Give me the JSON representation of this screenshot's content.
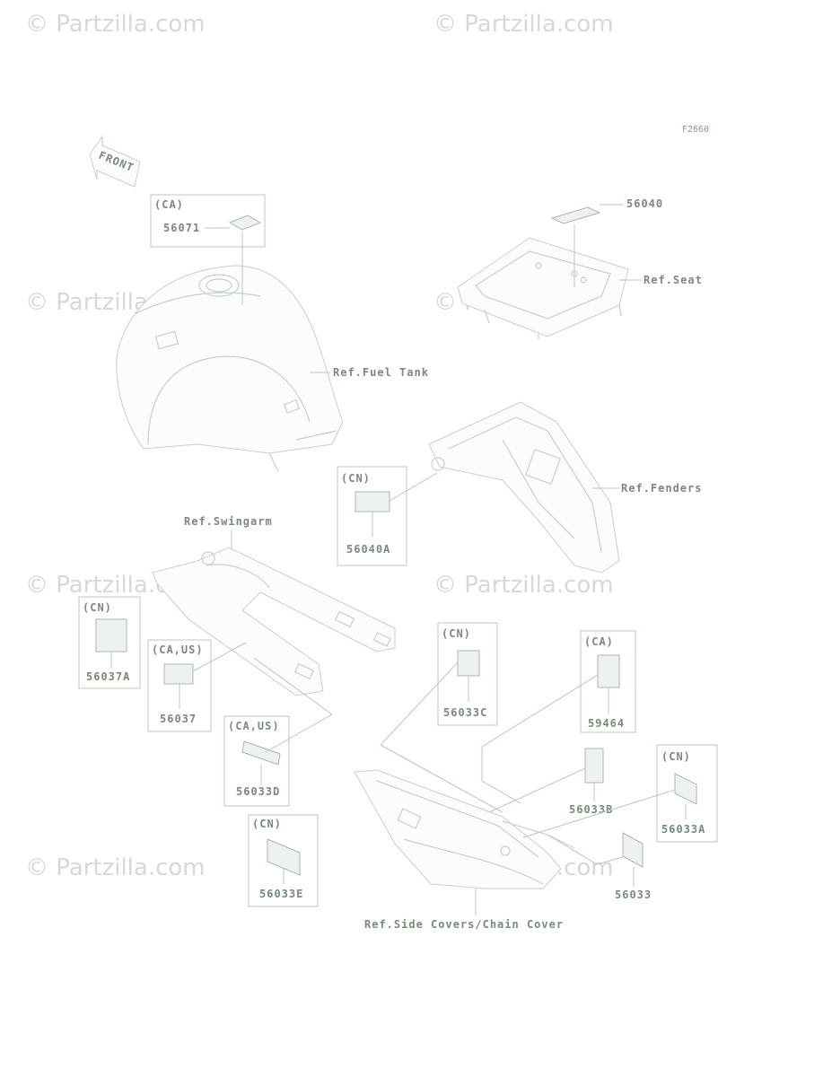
{
  "watermarks": [
    "© Partzilla.com",
    "© Partzilla.com",
    "© Partzilla.com",
    "© Partzilla.com",
    "© Partzilla.com",
    "© Partzilla.com",
    "© Partzilla.com",
    "© Partzilla.com"
  ],
  "figure_code": "F2660",
  "front_arrow": "FRONT",
  "refs": {
    "fuel_tank": "Ref.Fuel Tank",
    "seat": "Ref.Seat",
    "fenders": "Ref.Fenders",
    "swingarm": "Ref.Swingarm",
    "side_covers": "Ref.Side Covers/Chain Cover"
  },
  "regions": {
    "ca": "(CA)",
    "cn": "(CN)",
    "ca_us": "(CA,US)"
  },
  "parts": {
    "p56071": "56071",
    "p56040": "56040",
    "p56040A": "56040A",
    "p56037A": "56037A",
    "p56037": "56037",
    "p56033D": "56033D",
    "p56033E": "56033E",
    "p56033C": "56033C",
    "p59464": "59464",
    "p56033B": "56033B",
    "p56033A": "56033A",
    "p56033": "56033"
  }
}
